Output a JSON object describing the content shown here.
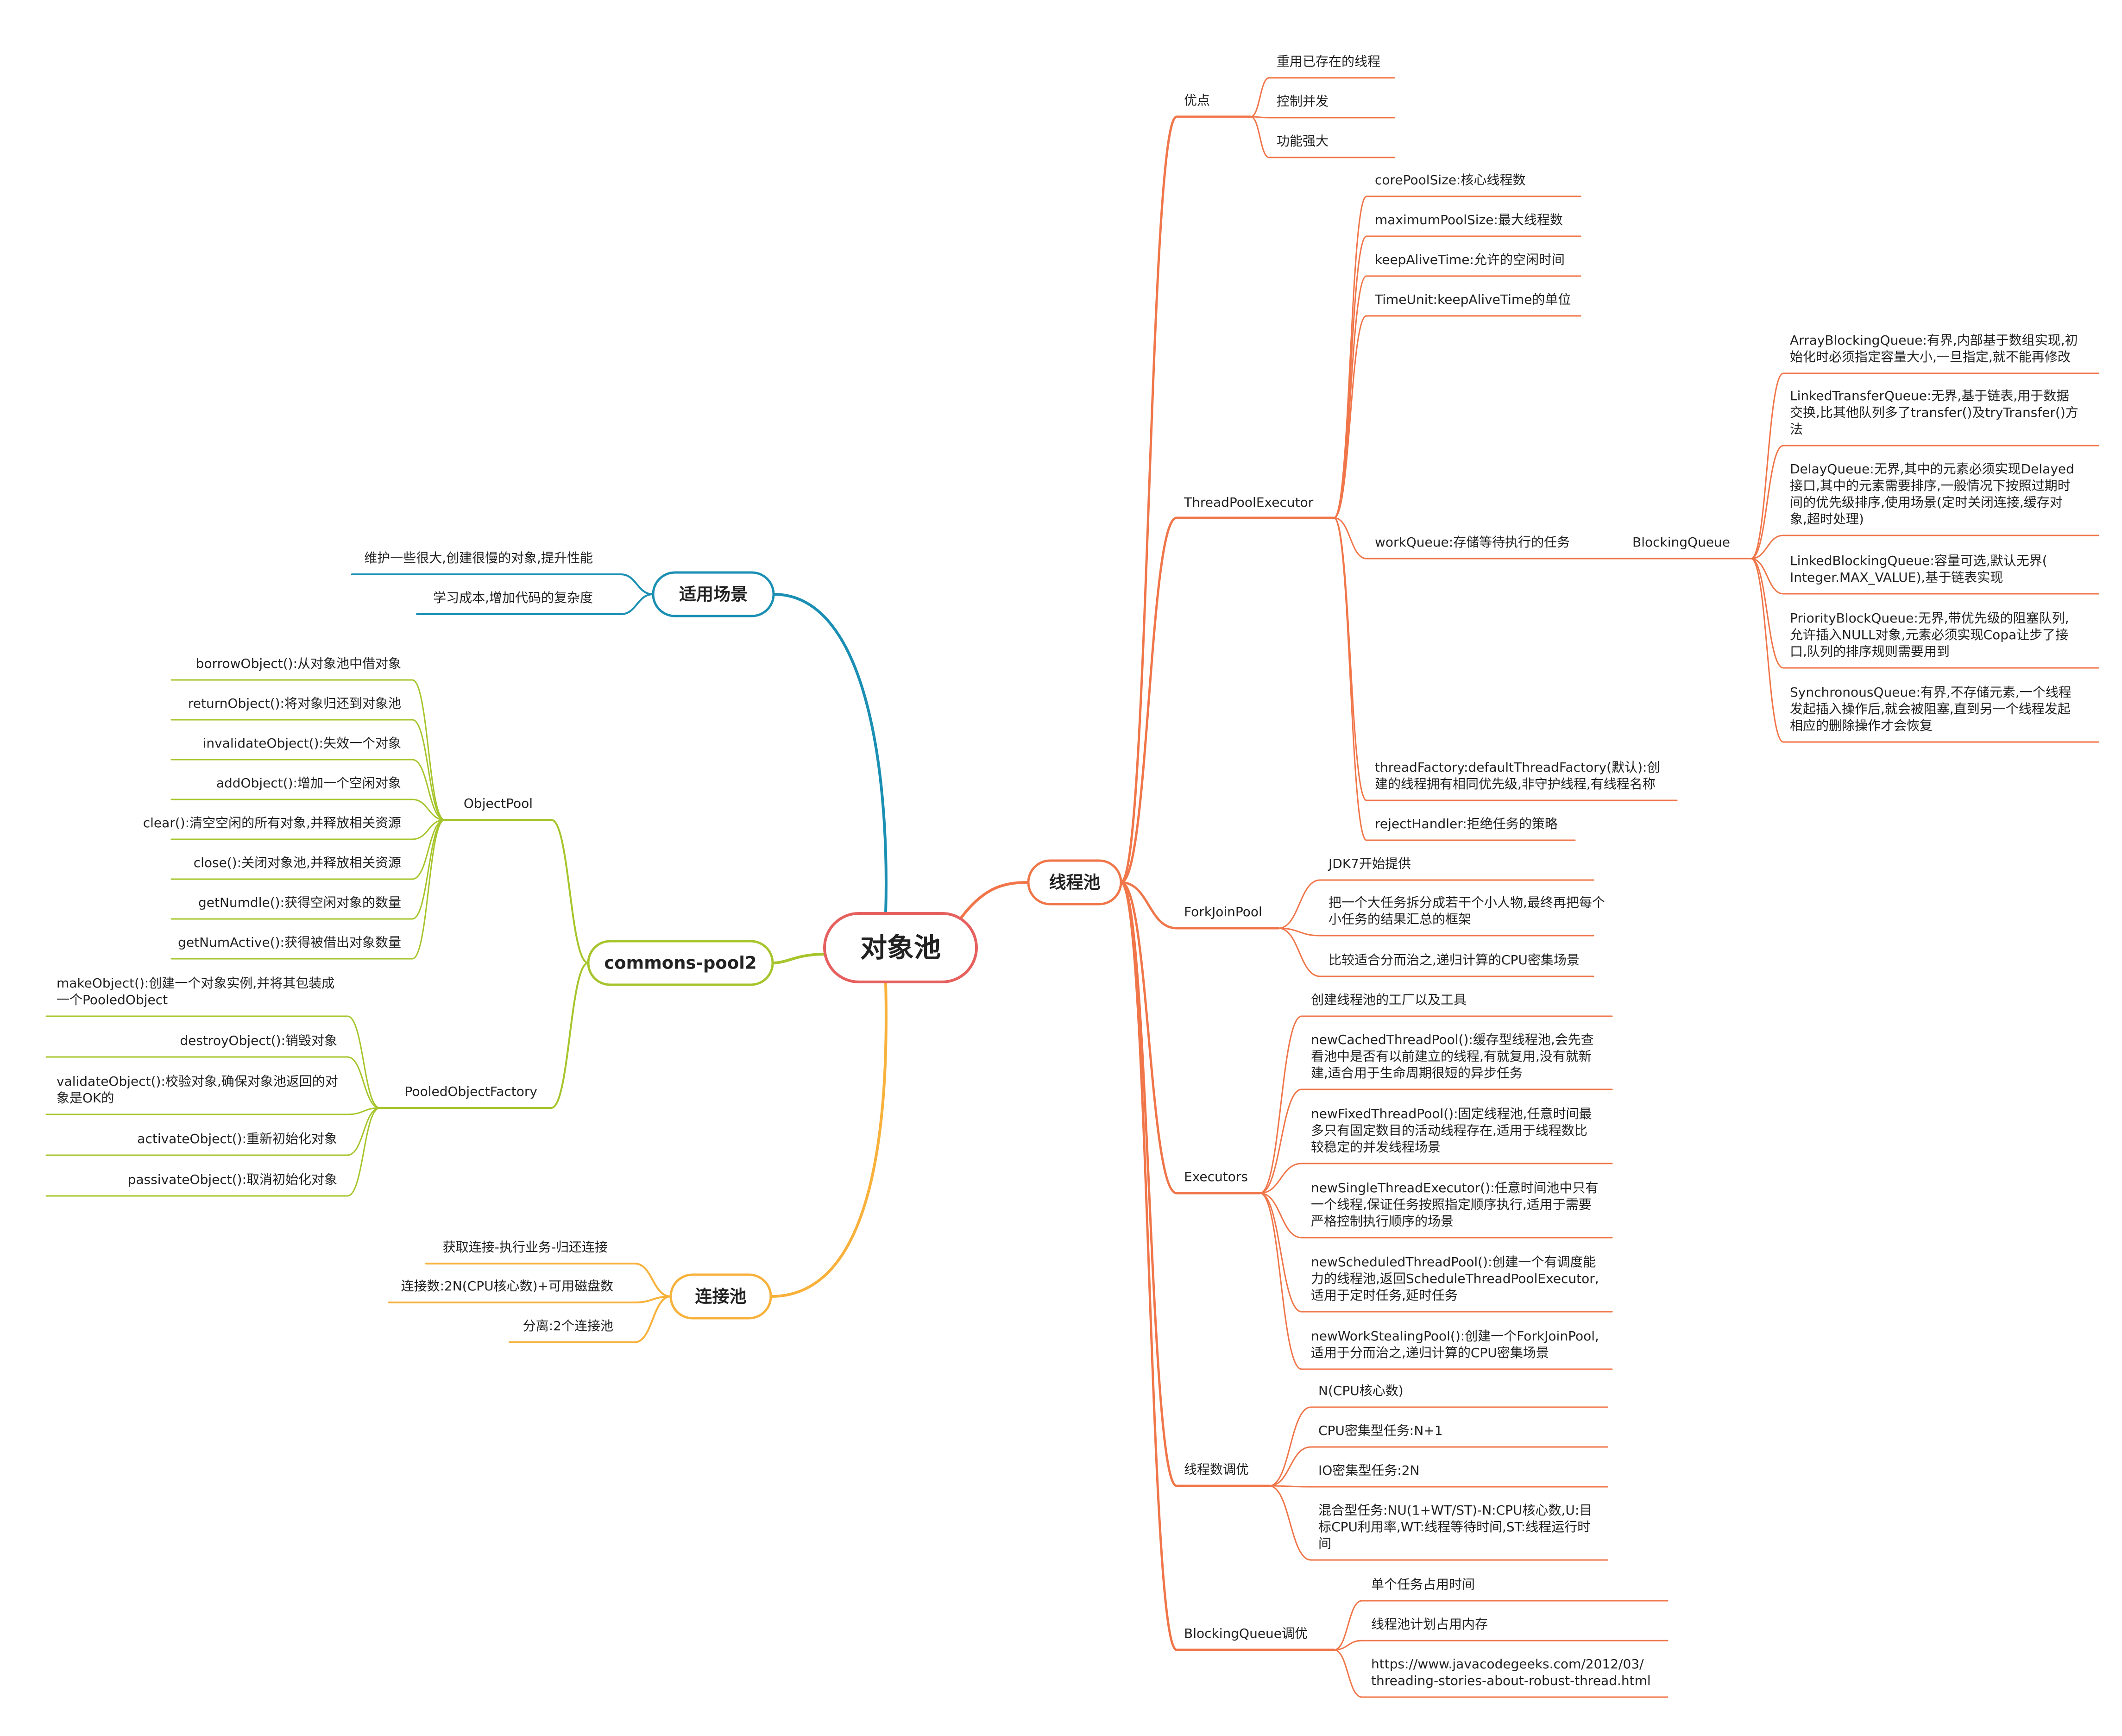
{
  "colors": {
    "thread": "#f0764a",
    "scene": "#1a8fb3",
    "commons": "#a6c52c",
    "conn": "#f8b13a",
    "root_border": "#e5605e"
  },
  "root": {
    "label": "对象池"
  },
  "branches": {
    "thread_pool": {
      "label": "线程池",
      "advantages": {
        "label": "优点",
        "items": [
          "重用已存在的线程",
          "控制并发",
          "功能强大"
        ]
      },
      "tpe": {
        "label": "ThreadPoolExecutor",
        "params": [
          "corePoolSize:核心线程数",
          "maximumPoolSize:最大线程数",
          "keepAliveTime:允许的空闲时间",
          "TimeUnit:keepAliveTime的单位"
        ],
        "work_queue": "workQueue:存储等待执行的任务",
        "blocking_queue": {
          "label": "BlockingQueue",
          "items": [
            [
              "ArrayBlockingQueue:有界,内部基于数组实现,初",
              "始化时必须指定容量大小,一旦指定,就不能再修改"
            ],
            [
              "LinkedTransferQueue:无界,基于链表,用于数据",
              "交换,比其他队列多了transfer()及tryTransfer()方",
              "法"
            ],
            [
              "DelayQueue:无界,其中的元素必须实现Delayed",
              "接口,其中的元素需要排序,一般情况下按照过期时",
              "间的优先级排序,使用场景(定时关闭连接,缓存对",
              "象,超时处理)"
            ],
            [
              "LinkedBlockingQueue:容量可选,默认无界(",
              "Integer.MAX_VALUE),基于链表实现"
            ],
            [
              "PriorityBlockQueue:无界,带优先级的阻塞队列,",
              "允许插入NULL对象,元素必须实现Copa让步了接",
              "口,队列的排序规则需要用到"
            ],
            [
              "SynchronousQueue:有界,不存储元素,一个线程",
              "发起插入操作后,就会被阻塞,直到另一个线程发起",
              "相应的删除操作才会恢复"
            ]
          ]
        },
        "thread_factory": [
          "threadFactory:defaultThreadFactory(默认):创",
          "建的线程拥有相同优先级,非守护线程,有线程名称"
        ],
        "reject_handler": "rejectHandler:拒绝任务的策略"
      },
      "fork_join": {
        "label": "ForkJoinPool",
        "items": [
          [
            "JDK7开始提供"
          ],
          [
            "把一个大任务拆分成若干个小人物,最终再把每个",
            "小任务的结果汇总的框架"
          ],
          [
            "比较适合分而治之,递归计算的CPU密集场景"
          ]
        ]
      },
      "executors": {
        "label": "Executors",
        "items": [
          [
            "创建线程池的工厂以及工具"
          ],
          [
            "newCachedThreadPool():缓存型线程池,会先查",
            "看池中是否有以前建立的线程,有就复用,没有就新",
            "建,适合用于生命周期很短的异步任务"
          ],
          [
            "newFixedThreadPool():固定线程池,任意时间最",
            "多只有固定数目的活动线程存在,适用于线程数比",
            "较稳定的并发线程场景"
          ],
          [
            "newSingleThreadExecutor():任意时间池中只有",
            "一个线程,保证任务按照指定顺序执行,适用于需要",
            "严格控制执行顺序的场景"
          ],
          [
            "newScheduledThreadPool():创建一个有调度能",
            "力的线程池,返回ScheduleThreadPoolExecutor,",
            "适用于定时任务,延时任务"
          ],
          [
            "newWorkStealingPool():创建一个ForkJoinPool,",
            "适用于分而治之,递归计算的CPU密集场景"
          ]
        ]
      },
      "thread_count": {
        "label": "线程数调优",
        "items": [
          [
            "N(CPU核心数)"
          ],
          [
            "CPU密集型任务:N+1"
          ],
          [
            "IO密集型任务:2N"
          ],
          [
            "混合型任务:NU(1+WT/ST)-N:CPU核心数,U:目",
            "标CPU利用率,WT:线程等待时间,ST:线程运行时",
            "间"
          ]
        ]
      },
      "bq_tuning": {
        "label": "BlockingQueue调优",
        "items": [
          [
            "单个任务占用时间"
          ],
          [
            "线程池计划占用内存"
          ],
          [
            "https://www.javacodegeeks.com/2012/03/",
            "threading-stories-about-robust-thread.html"
          ]
        ]
      }
    },
    "scenarios": {
      "label": "适用场景",
      "items": [
        "维护一些很大,创建很慢的对象,提升性能",
        "学习成本,增加代码的复杂度"
      ]
    },
    "commons_pool": {
      "label": "commons-pool2",
      "object_pool": {
        "label": "ObjectPool",
        "items": [
          [
            "borrowObject():从对象池中借对象"
          ],
          [
            "returnObject():将对象归还到对象池"
          ],
          [
            "invalidateObject():失效一个对象"
          ],
          [
            "addObject():增加一个空闲对象"
          ],
          [
            "clear():清空空闲的所有对象,并释放相关资源"
          ],
          [
            "close():关闭对象池,并释放相关资源"
          ],
          [
            "getNumdle():获得空闲对象的数量"
          ],
          [
            "getNumActive():获得被借出对象数量"
          ]
        ]
      },
      "factory": {
        "label": "PooledObjectFactory",
        "items": [
          [
            "makeObject():创建一个对象实例,并将其包装成",
            "一个PooledObject"
          ],
          [
            "destroyObject():销毁对象"
          ],
          [
            "validateObject():校验对象,确保对象池返回的对",
            "象是OK的"
          ],
          [
            "activateObject():重新初始化对象"
          ],
          [
            "passivateObject():取消初始化对象"
          ]
        ]
      }
    },
    "connection_pool": {
      "label": "连接池",
      "items": [
        "获取连接-执行业务-归还连接",
        "连接数:2N(CPU核心数)+可用磁盘数",
        "分离:2个连接池"
      ]
    }
  }
}
